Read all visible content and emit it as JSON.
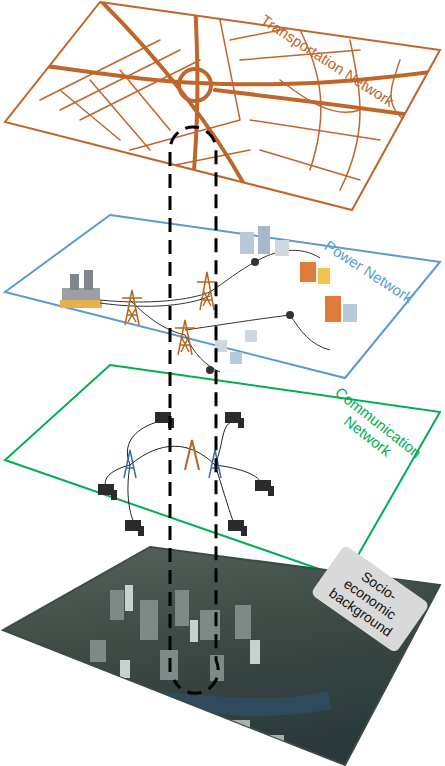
{
  "diagram": {
    "nodes": [
      {
        "text": [
          "Transportation Network"
        ]
      },
      {
        "text": [
          "Power Network"
        ]
      },
      {
        "text": [
          "Communication Network"
        ]
      },
      {
        "text": [
          "Socio-economic background"
        ]
      }
    ]
  }
}
